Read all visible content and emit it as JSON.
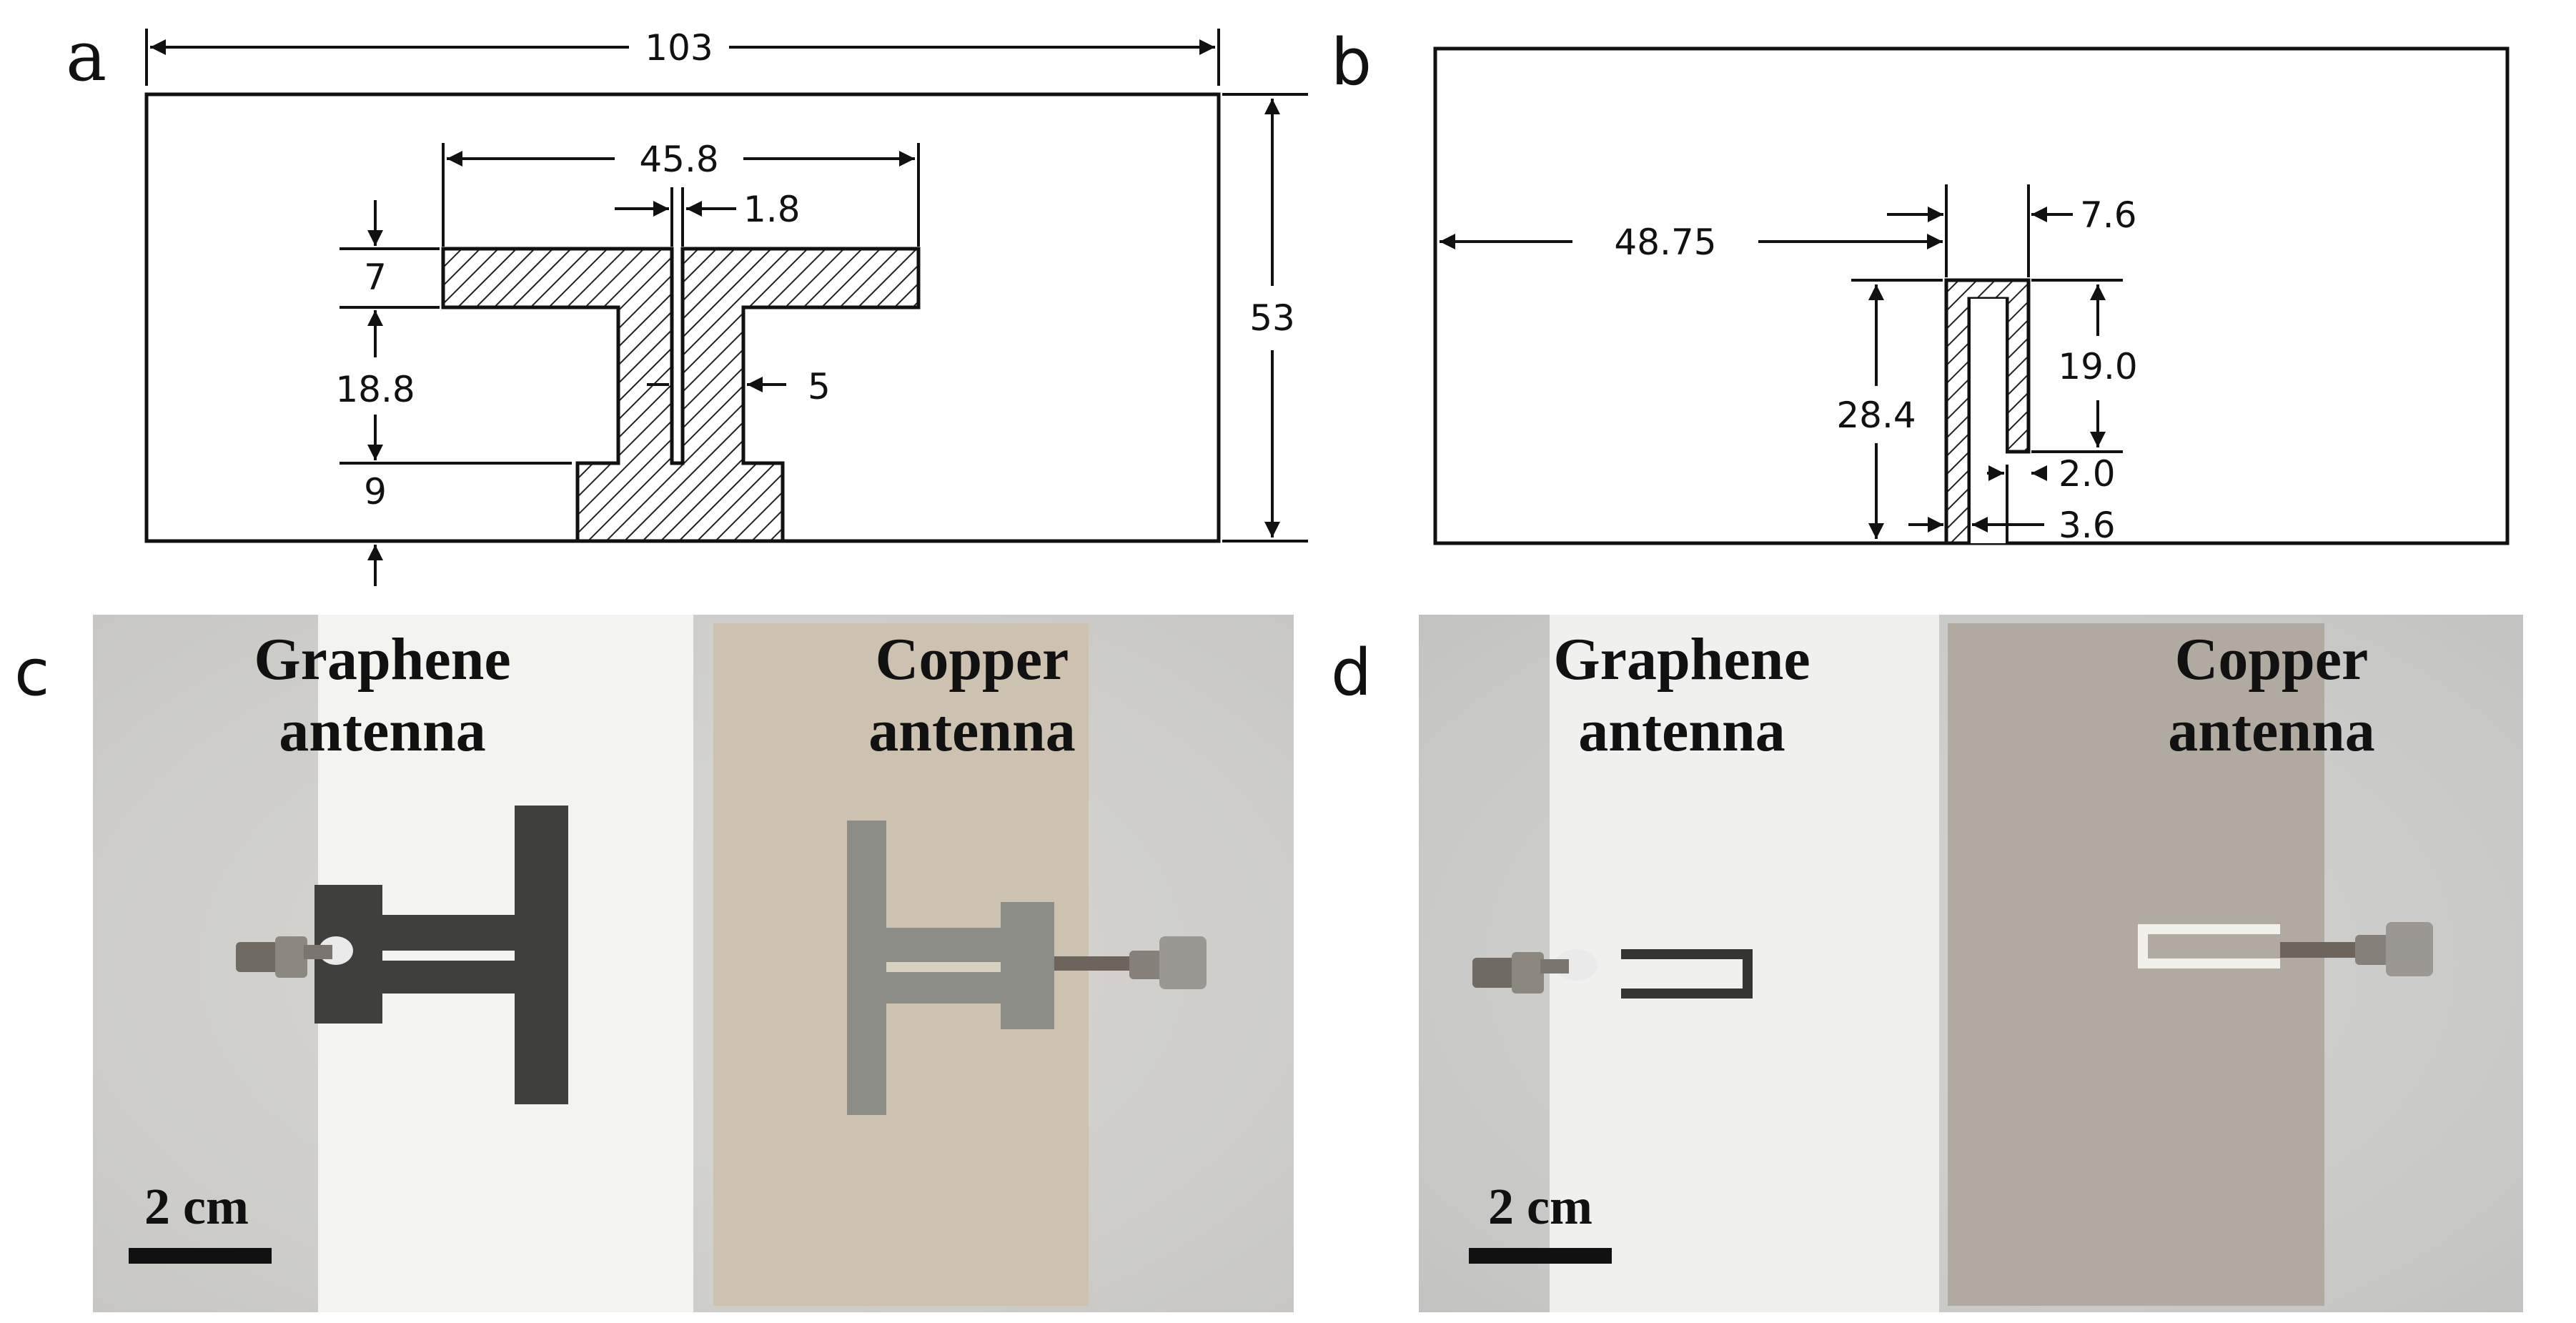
{
  "panels": {
    "a": {
      "letter": "a",
      "dims": {
        "total_width": "103",
        "height": "53",
        "top_bar_width": "45.8",
        "slot_width": "1.8",
        "top_bar_thickness": "7",
        "stem_length": "18.8",
        "stem_width": "5",
        "feed_height": "9"
      }
    },
    "b": {
      "letter": "b",
      "dims": {
        "offset": "48.75",
        "width": "7.6",
        "height": "28.4",
        "slot_length": "19.0",
        "gap": "2.0",
        "feed_width": "3.6"
      }
    },
    "c": {
      "letter": "c",
      "graphene_label_1": "Graphene",
      "graphene_label_2": "antenna",
      "copper_label_1": "Copper",
      "copper_label_2": "antenna",
      "scale": "2 cm"
    },
    "d": {
      "letter": "d",
      "graphene_label_1": "Graphene",
      "graphene_label_2": "antenna",
      "copper_label_1": "Copper",
      "copper_label_2": "antenna",
      "scale": "2 cm"
    }
  },
  "colors": {
    "background_c": "#d4d3cf",
    "background_d": "#cfcfcd",
    "paper": "#f2f2ef",
    "copper_paper_c": "#d5cab7",
    "copper_paper_d": "#b1aaa0",
    "graphene_trace": "#3f3f3e",
    "copper_trace": "#8d8d88"
  }
}
